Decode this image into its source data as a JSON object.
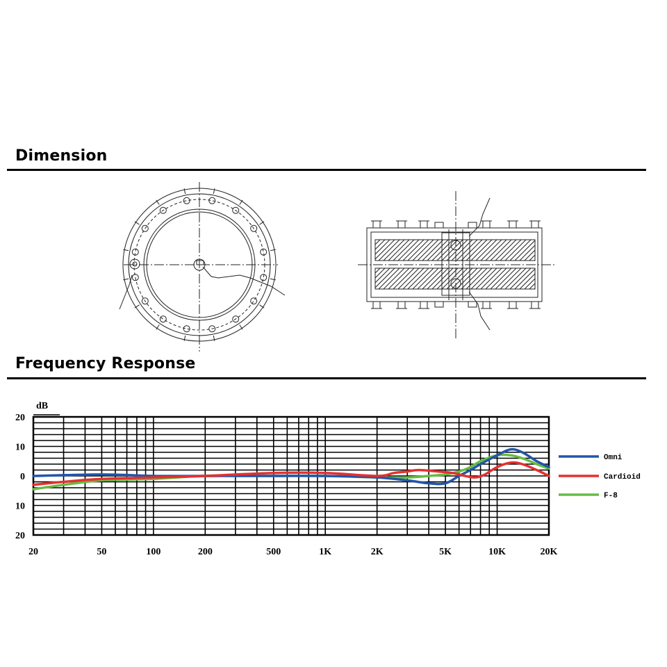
{
  "sections": {
    "dimension_title": "Dimension",
    "frequency_title": "Frequency Response"
  },
  "chart_data": {
    "type": "line",
    "ylabel": "dB",
    "xscale": "log",
    "xlim": [
      20,
      20000
    ],
    "ylim": [
      -20,
      20
    ],
    "grid": true,
    "legend": "right",
    "x_ticks": [
      {
        "value": 20,
        "label": "20"
      },
      {
        "value": 50,
        "label": "50"
      },
      {
        "value": 100,
        "label": "100"
      },
      {
        "value": 200,
        "label": "200"
      },
      {
        "value": 500,
        "label": "500"
      },
      {
        "value": 1000,
        "label": "1K"
      },
      {
        "value": 2000,
        "label": "2K"
      },
      {
        "value": 5000,
        "label": "5K"
      },
      {
        "value": 10000,
        "label": "10K"
      },
      {
        "value": 20000,
        "label": "20K"
      }
    ],
    "y_ticks": [
      {
        "value": 20,
        "label": "20"
      },
      {
        "value": 10,
        "label": "10"
      },
      {
        "value": 0,
        "label": "0"
      },
      {
        "value": -10,
        "label": "10"
      },
      {
        "value": -20,
        "label": "20"
      }
    ],
    "series": [
      {
        "name": "Omni",
        "color": "#2255aa",
        "x": [
          20,
          50,
          100,
          200,
          500,
          1000,
          2000,
          3000,
          4000,
          5000,
          6000,
          7000,
          8000,
          10000,
          12000,
          14000,
          17000,
          20000
        ],
        "y": [
          0,
          0.5,
          0,
          0,
          0,
          0,
          -0.5,
          -1.5,
          -2.5,
          -2.5,
          0,
          2,
          4,
          7,
          9,
          8,
          5,
          3
        ]
      },
      {
        "name": "Cardioid",
        "color": "#e53030",
        "x": [
          20,
          30,
          50,
          100,
          200,
          500,
          1000,
          2000,
          2500,
          3000,
          3500,
          4500,
          5500,
          6500,
          7500,
          8500,
          10000,
          12000,
          14000,
          17000,
          20000
        ],
        "y": [
          -3,
          -2,
          -1,
          -0.5,
          0,
          1,
          1,
          0,
          1,
          1.5,
          2,
          1.5,
          1,
          0,
          -0.5,
          0.5,
          3,
          4.5,
          4,
          2,
          0
        ]
      },
      {
        "name": "F-8",
        "color": "#66bb44",
        "x": [
          20,
          30,
          50,
          100,
          200,
          500,
          1000,
          2000,
          3000,
          4000,
          5000,
          6000,
          7000,
          8000,
          10000,
          12000,
          14000,
          17000,
          20000
        ],
        "y": [
          -4.5,
          -3,
          -1.5,
          -1,
          0,
          0,
          0,
          -0.5,
          -0.5,
          0,
          0.5,
          1.5,
          3,
          5,
          7,
          7,
          6,
          4,
          2.5
        ]
      }
    ]
  }
}
